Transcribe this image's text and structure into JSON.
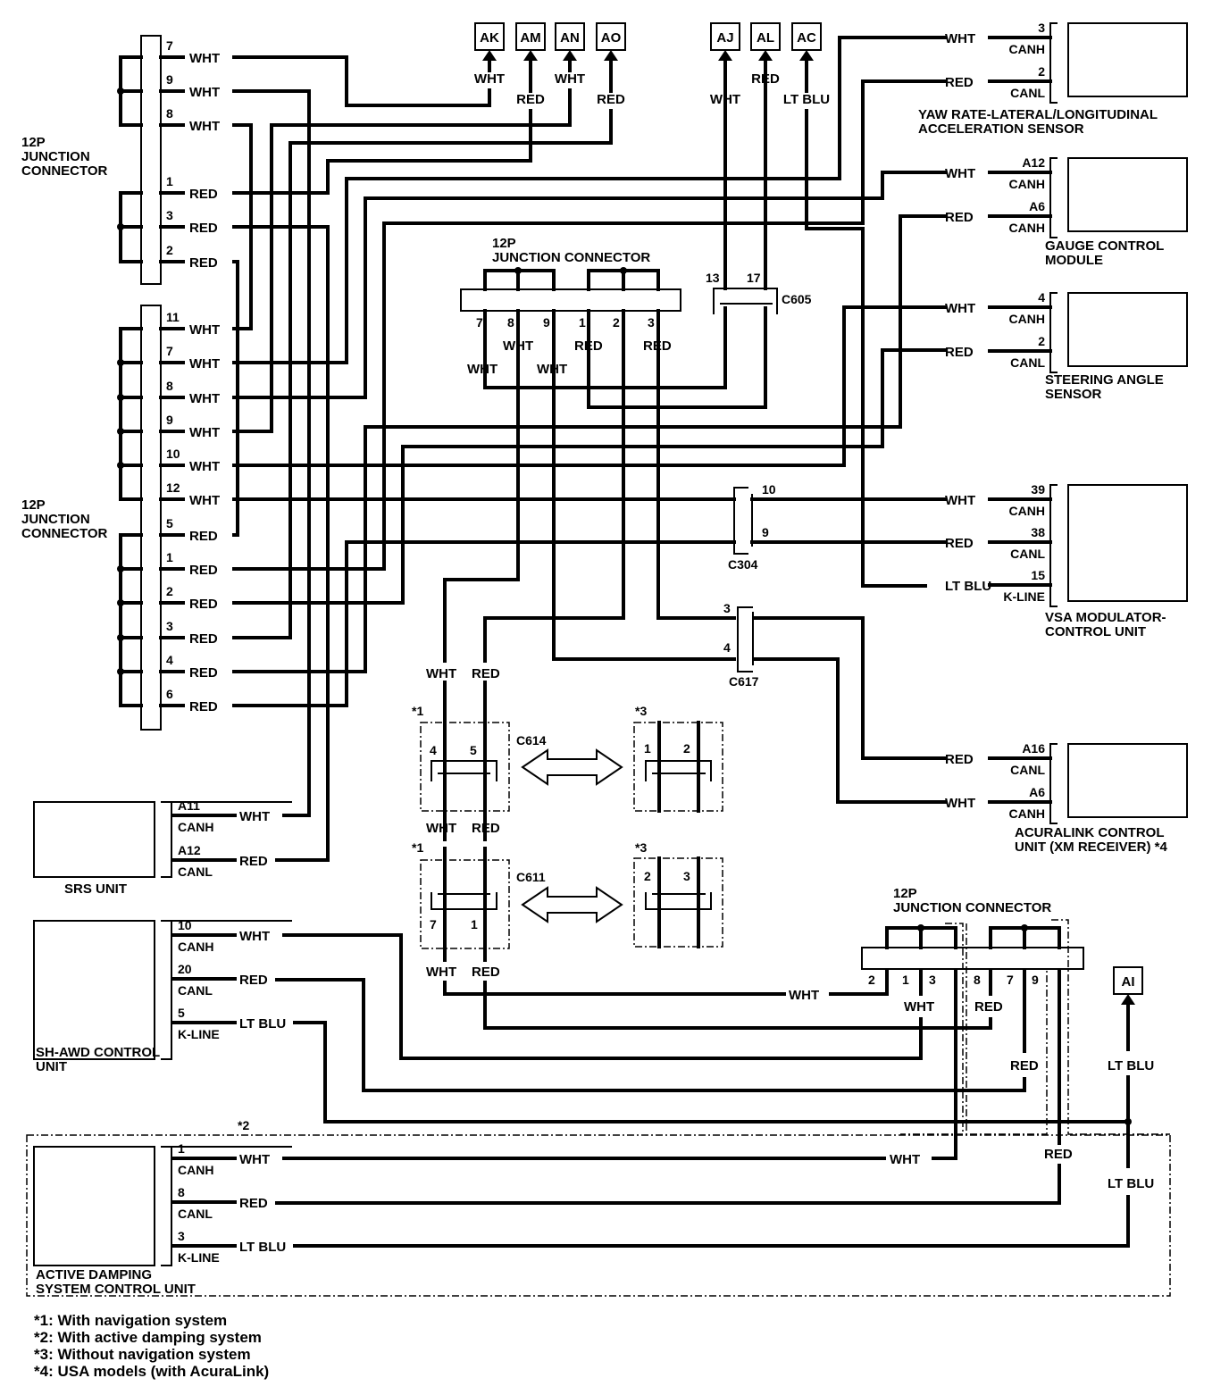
{
  "diagram": {
    "title": "CAN / K-Line communication circuit wiring diagram",
    "wire_colors": {
      "WHT": "#000000",
      "RED": "#000000",
      "LT_BLU": "#000000"
    },
    "ink_color": "#000000",
    "background_color": "#ffffff"
  },
  "junction_left_top": {
    "label_line1": "12P",
    "label_line2": "JUNCTION",
    "label_line3": "CONNECTOR",
    "pins": [
      {
        "pin": "7",
        "color": "WHT"
      },
      {
        "pin": "9",
        "color": "WHT"
      },
      {
        "pin": "8",
        "color": "WHT"
      },
      {
        "pin": "1",
        "color": "RED"
      },
      {
        "pin": "3",
        "color": "RED"
      },
      {
        "pin": "2",
        "color": "RED"
      }
    ]
  },
  "junction_left_bottom": {
    "label_line1": "12P",
    "label_line2": "JUNCTION",
    "label_line3": "CONNECTOR",
    "pins": [
      {
        "pin": "11",
        "color": "WHT"
      },
      {
        "pin": "7",
        "color": "WHT"
      },
      {
        "pin": "8",
        "color": "WHT"
      },
      {
        "pin": "9",
        "color": "WHT"
      },
      {
        "pin": "10",
        "color": "WHT"
      },
      {
        "pin": "12",
        "color": "WHT"
      },
      {
        "pin": "5",
        "color": "RED"
      },
      {
        "pin": "1",
        "color": "RED"
      },
      {
        "pin": "2",
        "color": "RED"
      },
      {
        "pin": "3",
        "color": "RED"
      },
      {
        "pin": "4",
        "color": "RED"
      },
      {
        "pin": "6",
        "color": "RED"
      }
    ]
  },
  "data_link_terminals": [
    {
      "id": "AK",
      "color": "WHT"
    },
    {
      "id": "AM",
      "color": "RED"
    },
    {
      "id": "AN",
      "color": "WHT"
    },
    {
      "id": "AO",
      "color": "RED"
    },
    {
      "id": "AJ",
      "color": "WHT"
    },
    {
      "id": "AL",
      "color": "RED"
    },
    {
      "id": "AC",
      "color": "LT BLU"
    },
    {
      "id": "AI",
      "color": "LT BLU"
    }
  ],
  "junction_center": {
    "label_line1": "12P",
    "label_line2": "JUNCTION CONNECTOR",
    "pins": [
      {
        "pin": "7",
        "color": "WHT"
      },
      {
        "pin": "8",
        "color": "WHT"
      },
      {
        "pin": "9",
        "color": "WHT"
      },
      {
        "pin": "1",
        "color": "RED"
      },
      {
        "pin": "2",
        "color": ""
      },
      {
        "pin": "3",
        "color": "RED"
      }
    ]
  },
  "junction_bottom_right": {
    "label_line1": "12P",
    "label_line2": "JUNCTION CONNECTOR",
    "pins": [
      {
        "pin": "2",
        "color": "WHT"
      },
      {
        "pin": "1",
        "color": ""
      },
      {
        "pin": "3",
        "color": "WHT"
      },
      {
        "pin": "8",
        "color": "RED"
      },
      {
        "pin": "7",
        "color": ""
      },
      {
        "pin": "9",
        "color": "RED"
      }
    ]
  },
  "connectors": {
    "c605": {
      "name": "C605",
      "pins": [
        "13",
        "17"
      ]
    },
    "c304": {
      "name": "C304",
      "pins": [
        "10",
        "9"
      ]
    },
    "c617": {
      "name": "C617",
      "pins": [
        "3",
        "4"
      ]
    },
    "c614": {
      "name": "C614",
      "nav_pins": [
        "4",
        "5"
      ],
      "no_nav_pins": [
        "1",
        "2"
      ],
      "nav_note": "*1",
      "no_nav_note": "*3",
      "wire_labels": [
        "WHT",
        "RED"
      ]
    },
    "c611": {
      "name": "C611",
      "nav_pins": [
        "7",
        "1"
      ],
      "no_nav_pins": [
        "2",
        "3"
      ],
      "nav_note": "*1",
      "no_nav_note": "*3",
      "wire_labels": [
        "WHT",
        "RED"
      ]
    }
  },
  "components": {
    "yaw": {
      "name_line1": "YAW RATE-LATERAL/LONGITUDINAL",
      "name_line2": "ACCELERATION SENSOR",
      "terminals": [
        {
          "pin": "3",
          "signal": "CANH",
          "color": "WHT"
        },
        {
          "pin": "2",
          "signal": "CANL",
          "color": "RED"
        }
      ]
    },
    "gauge": {
      "name_line1": "GAUGE CONTROL",
      "name_line2": "MODULE",
      "terminals": [
        {
          "pin": "A12",
          "signal": "CANH",
          "color": "WHT"
        },
        {
          "pin": "A6",
          "signal": "CANH",
          "color": "RED"
        }
      ]
    },
    "steering": {
      "name_line1": "STEERING ANGLE",
      "name_line2": "SENSOR",
      "terminals": [
        {
          "pin": "4",
          "signal": "CANH",
          "color": "WHT"
        },
        {
          "pin": "2",
          "signal": "CANL",
          "color": "RED"
        }
      ]
    },
    "vsa": {
      "name_line1": "VSA MODULATOR-",
      "name_line2": "CONTROL UNIT",
      "terminals": [
        {
          "pin": "39",
          "signal": "CANH",
          "color": "WHT"
        },
        {
          "pin": "38",
          "signal": "CANL",
          "color": "RED"
        },
        {
          "pin": "15",
          "signal": "K-LINE",
          "color": "LT BLU"
        }
      ]
    },
    "acuralink": {
      "name_line1": "ACURALINK CONTROL",
      "name_line2": "UNIT (XM RECEIVER) *4",
      "terminals": [
        {
          "pin": "A16",
          "signal": "CANL",
          "color": "RED"
        },
        {
          "pin": "A6",
          "signal": "CANH",
          "color": "WHT"
        }
      ]
    },
    "srs": {
      "name_line1": "SRS UNIT",
      "terminals": [
        {
          "pin": "A11",
          "signal": "CANH",
          "color": "WHT"
        },
        {
          "pin": "A12",
          "signal": "CANL",
          "color": "RED"
        }
      ]
    },
    "shawd": {
      "name_line1": "SH-AWD CONTROL",
      "name_line2": "UNIT",
      "terminals": [
        {
          "pin": "10",
          "signal": "CANH",
          "color": "WHT"
        },
        {
          "pin": "20",
          "signal": "CANL",
          "color": "RED"
        },
        {
          "pin": "5",
          "signal": "K-LINE",
          "color": "LT BLU"
        }
      ]
    },
    "damping": {
      "name_line1": "ACTIVE DAMPING",
      "name_line2": "SYSTEM CONTROL UNIT",
      "group_note": "*2",
      "terminals": [
        {
          "pin": "1",
          "signal": "CANH",
          "color": "WHT"
        },
        {
          "pin": "8",
          "signal": "CANL",
          "color": "RED"
        },
        {
          "pin": "3",
          "signal": "K-LINE",
          "color": "LT BLU"
        }
      ]
    }
  },
  "misc_labels": {
    "c614_c611_wht": "WHT",
    "c614_c611_red": "RED",
    "bottom_wht_label": "WHT",
    "bottom_red_label": "RED",
    "bottom_red_label2": "RED",
    "ai_ltblu": "LT BLU",
    "damp_ltblu_right": "LT BLU",
    "damp_wht_right": "WHT",
    "damp_red_right": "RED"
  },
  "footnotes": [
    "*1: With navigation system",
    "*2: With active damping system",
    "*3: Without navigation system",
    "*4: USA models (with AcuraLink)"
  ]
}
